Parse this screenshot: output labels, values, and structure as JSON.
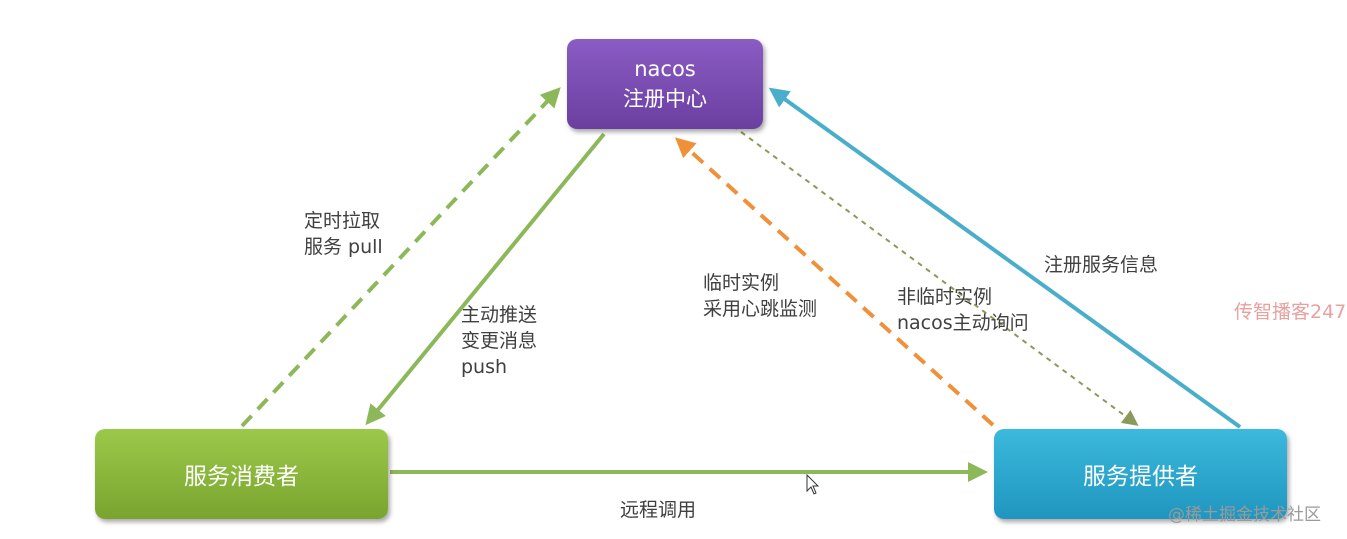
{
  "nodes": {
    "registry": {
      "line1": "nacos",
      "line2": "注册中心",
      "color": "#7a4cb3"
    },
    "consumer": {
      "label": "服务消费者",
      "color": "#8bb83c"
    },
    "provider": {
      "label": "服务提供者",
      "color": "#2ea8d0"
    }
  },
  "edges": {
    "pull": {
      "line1": "定时拉取",
      "line2": "服务 pull",
      "color": "#8db85a"
    },
    "push": {
      "line1": "主动推送",
      "line2": "变更消息",
      "line3": "push",
      "color": "#8db85a"
    },
    "heartbeat": {
      "line1": "临时实例",
      "line2": "采用心跳监测",
      "color": "#f0913a"
    },
    "probe": {
      "line1": "非临时实例",
      "line2": "nacos主动询问",
      "color": "#8a9a5a"
    },
    "register": {
      "label": "注册服务信息",
      "color": "#4aaecb"
    },
    "remote_call": {
      "label": "远程调用",
      "color": "#8db85a"
    }
  },
  "watermarks": {
    "channel": "传智播客247",
    "site": "@稀土掘金技术社区"
  }
}
